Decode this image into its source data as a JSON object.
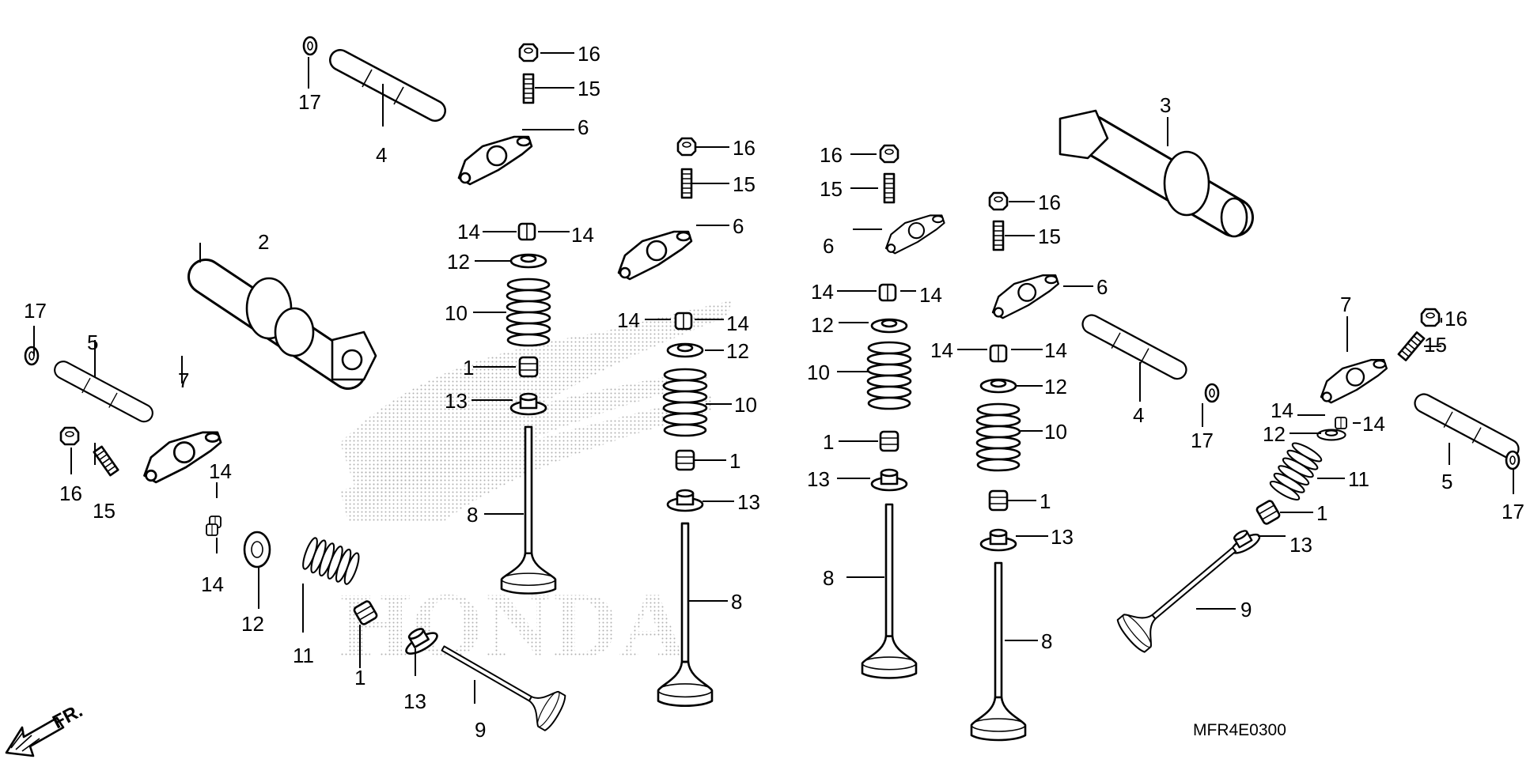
{
  "diagram": {
    "code": "MFR4E0300",
    "front_label": "FR.",
    "watermark_text": "HONDA",
    "callouts": [
      "1",
      "2",
      "3",
      "4",
      "5",
      "6",
      "7",
      "8",
      "9",
      "10",
      "11",
      "12",
      "13",
      "14",
      "15",
      "16",
      "17"
    ]
  },
  "colors": {
    "ink": "#000000",
    "paper": "#ffffff",
    "watermark": "#b5b5b5"
  },
  "icons": {
    "front": "front-direction-arrow-icon",
    "watermark": "honda-wing-logo"
  }
}
